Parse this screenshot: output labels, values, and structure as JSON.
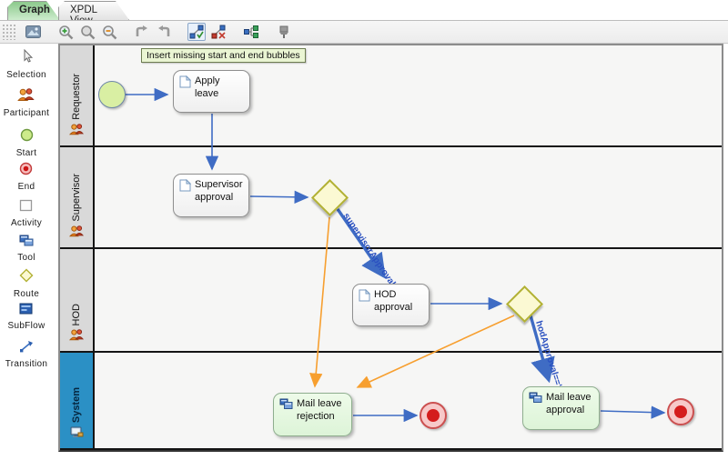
{
  "window": {
    "tabs": [
      {
        "label": "Graph",
        "active": true
      },
      {
        "label": "XPDL View",
        "active": false
      }
    ]
  },
  "toolbar": {
    "icons": [
      "grip-handle",
      "image-icon",
      "zoom-in-icon",
      "magnifier-icon",
      "zoom-out-icon",
      "undo-icon",
      "redo-icon",
      "graph-check-icon",
      "graph-remove-icon",
      "layout-tree-icon",
      "pushpin-icon"
    ],
    "selected_icon": "graph-check-icon"
  },
  "palette": {
    "items": [
      {
        "label": "Selection",
        "icon": "selection-icon"
      },
      {
        "label": "Participant",
        "icon": "participant-icon"
      },
      {
        "label": "Start",
        "icon": "start-icon"
      },
      {
        "label": "End",
        "icon": "end-icon"
      },
      {
        "label": "Activity",
        "icon": "activity-icon"
      },
      {
        "label": "Tool",
        "icon": "tool-icon"
      },
      {
        "label": "Route",
        "icon": "route-icon"
      },
      {
        "label": "SubFlow",
        "icon": "subflow-icon"
      },
      {
        "label": "Transition",
        "icon": "transition-icon"
      }
    ]
  },
  "canvas": {
    "tooltip": "Insert missing start and end bubbles",
    "lanes": [
      {
        "name": "Requestor"
      },
      {
        "name": "Supervisor"
      },
      {
        "name": "HOD"
      },
      {
        "name": "System"
      }
    ],
    "nodes": {
      "apply_leave": {
        "label": "Apply leave",
        "type": "activity"
      },
      "supervisor_approval": {
        "label": "Supervisor approval",
        "type": "activity"
      },
      "hod_approval": {
        "label": "HOD approval",
        "type": "activity"
      },
      "mail_leave_rejection": {
        "label": "Mail leave rejection",
        "type": "tool"
      },
      "mail_leave_approval": {
        "label": "Mail leave approval",
        "type": "tool"
      }
    },
    "transitions": {
      "supervisor_yes": {
        "label": "supervisorApproval=='yes'"
      },
      "hod_yes": {
        "label": "hodApproval=='yes'"
      }
    }
  },
  "colors": {
    "lane_header": "#d9d9d9",
    "system_lane_header": "#2b90c5",
    "transition_blue": "#3f6cc4",
    "condition_orange": "#f79f2f",
    "route_fill": "#fbf9d3",
    "route_border": "#b2b135",
    "start_fill": "#d9efa3",
    "end_fill": "#d41d1d",
    "tool_node_fill": "#e6f8e0",
    "active_tab_green": "#8cc98c",
    "tooltip_bg": "#eaf5d3"
  }
}
